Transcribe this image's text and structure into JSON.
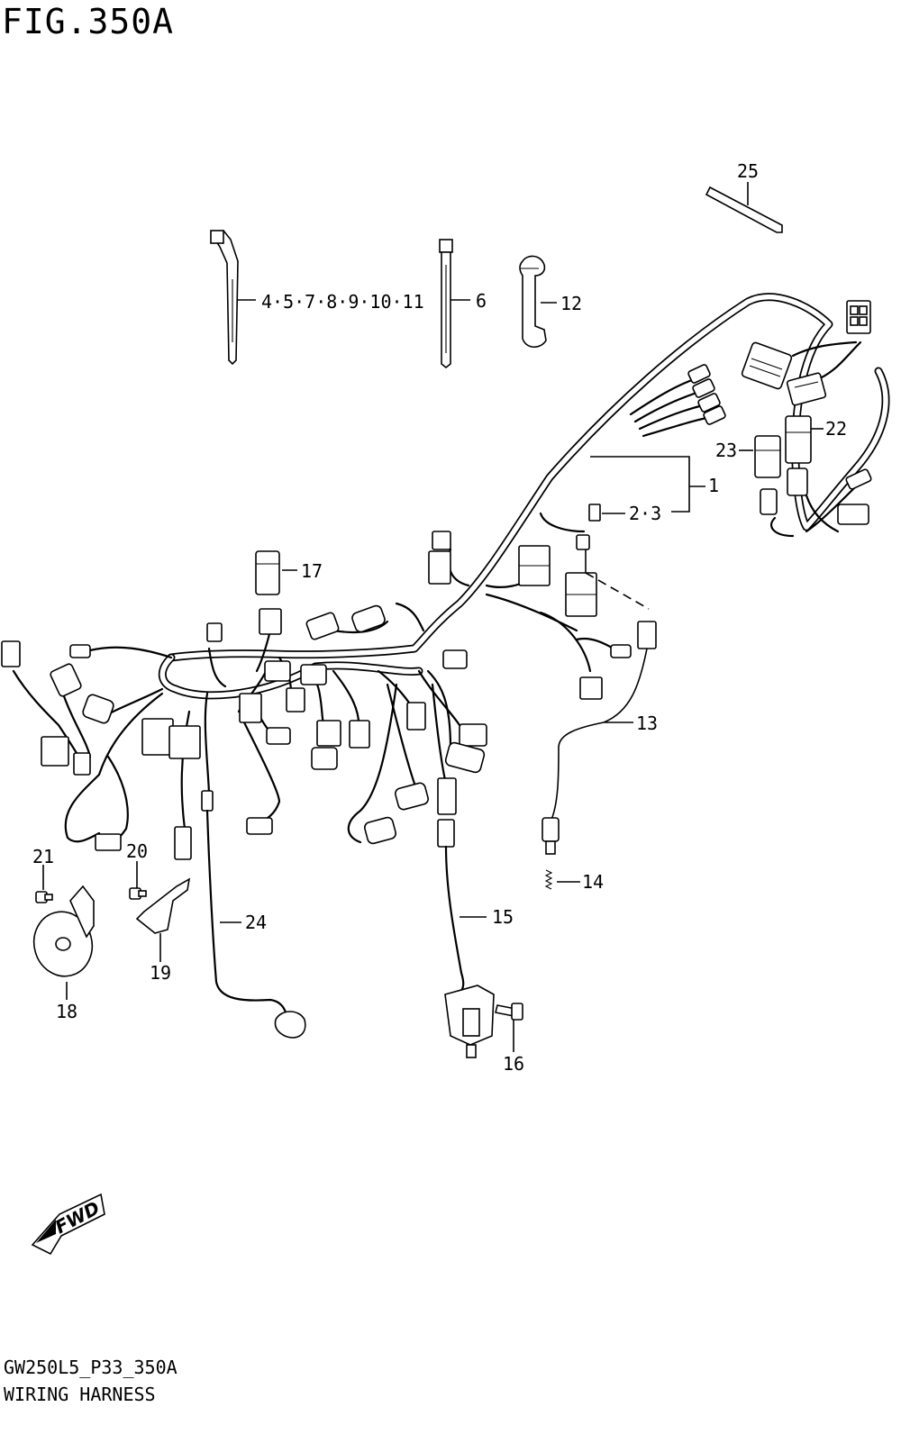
{
  "figure": {
    "title": "FIG.350A",
    "model_code": "GW250L5_P33_350A",
    "section_name": "WIRING HARNESS"
  },
  "callouts": {
    "c1": "1",
    "c2_3": "2·3",
    "c4_11": "4·5·7·8·9·10·11",
    "c6": "6",
    "c12": "12",
    "c13": "13",
    "c14": "14",
    "c15": "15",
    "c16": "16",
    "c17": "17",
    "c18": "18",
    "c19": "19",
    "c20": "20",
    "c21": "21",
    "c22": "22",
    "c23": "23",
    "c24": "24",
    "c25": "25"
  },
  "direction_badge": "FWD"
}
